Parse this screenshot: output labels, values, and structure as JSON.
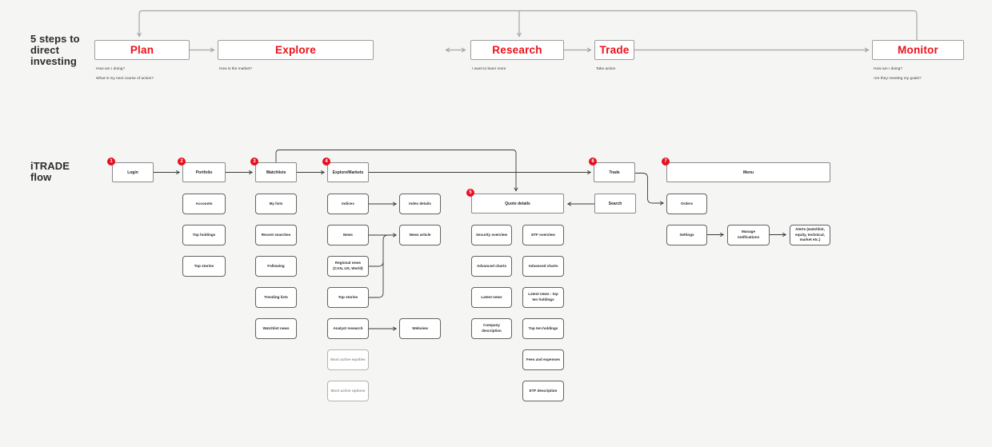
{
  "colors": {
    "accent_red": "#ec111a",
    "background": "#f5f5f4",
    "wire_gray": "#a2a6a6",
    "wire_dark": "#3c3c3c"
  },
  "steps": {
    "section_label": "5 steps to direct investing",
    "items": [
      {
        "label": "Plan",
        "note1": "How am I doing?",
        "note2": "What is my next course of action?"
      },
      {
        "label": "Explore",
        "note1": "How is the market?",
        "note2": ""
      },
      {
        "label": "Research",
        "note1": "I want to learn more",
        "note2": ""
      },
      {
        "label": "Trade",
        "note1": "Take action",
        "note2": ""
      },
      {
        "label": "Monitor",
        "note1": "How am I doing?",
        "note2": "Are they meeting my goals?"
      }
    ]
  },
  "flow": {
    "section_label": "iTRADE flow",
    "badges": [
      "1",
      "2",
      "3",
      "4",
      "5",
      "6",
      "7"
    ],
    "nodes": {
      "login": "Login",
      "portfolio": "Portfolio",
      "watchlists": "Watchlists",
      "explore_markets": "Explore/Markets",
      "quote_details": "Quote details",
      "trade": "Trade",
      "menu": "Menu",
      "search": "Search"
    },
    "portfolio_children": [
      "Accounts",
      "Top holdings",
      "Top stories"
    ],
    "watchlists_children": [
      "My lists",
      "Recent searches",
      "Following",
      "Trending lists",
      "Watchlist news"
    ],
    "explore_children": [
      "Indices",
      "News",
      "Regional news (CAN, US, World)",
      "Top stories",
      "Analyst research"
    ],
    "explore_children_muted": [
      "Most active equities",
      "Most active options"
    ],
    "explore_targets": [
      "Index details",
      "News article",
      "Webview"
    ],
    "quote_left_children": [
      "Security overview",
      "Advanced charts",
      "Latest news",
      "Company description"
    ],
    "quote_right_children": [
      "ETF overview",
      "Advanced charts",
      "Latest news - top ten holdings",
      "Top ten holdings",
      "Fees and expenses",
      "ETF description"
    ],
    "menu_children": {
      "orders": "Orders",
      "settings": "Settings",
      "manage_notifications": "Manage notifications",
      "alerts": "Alerts (watchlist, equity, technical, market etc.)"
    }
  }
}
